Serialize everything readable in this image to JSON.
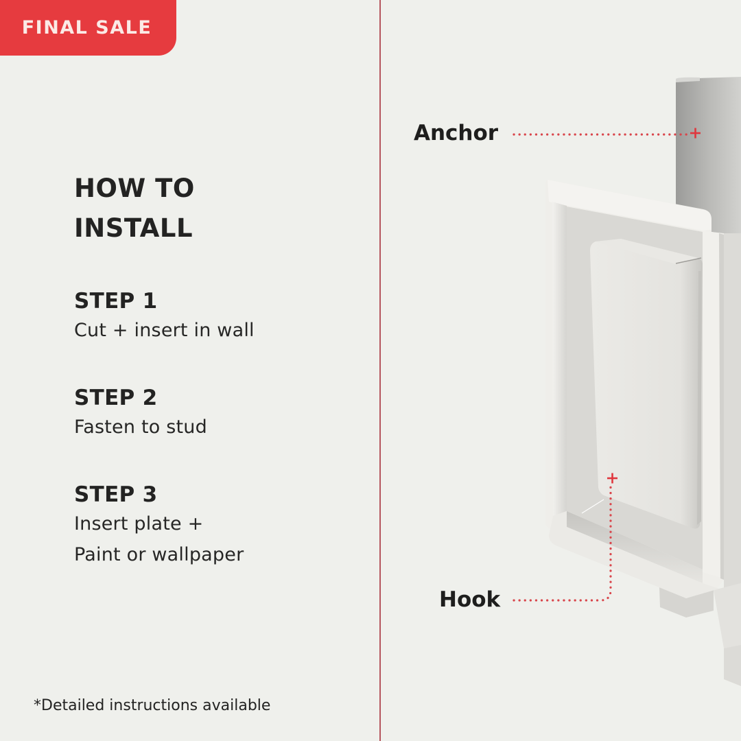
{
  "badge": {
    "label": "FINAL SALE",
    "color": "#e63b3f"
  },
  "instructions": {
    "title_line1": "HOW TO",
    "title_line2": "INSTALL",
    "steps": [
      {
        "heading": "STEP 1",
        "lines": [
          "Cut + insert in wall"
        ]
      },
      {
        "heading": "STEP 2",
        "lines": [
          "Fasten to stud"
        ]
      },
      {
        "heading": "STEP 3",
        "lines": [
          "Insert plate +",
          "Paint or wallpaper"
        ]
      }
    ],
    "footnote": "*Detailed instructions available"
  },
  "product_diagram": {
    "callouts": [
      {
        "label": "Anchor"
      },
      {
        "label": "Hook"
      }
    ],
    "accent_color": "#d9454b",
    "divider_color": "#b5565e",
    "background_color": "#eff0ec"
  }
}
